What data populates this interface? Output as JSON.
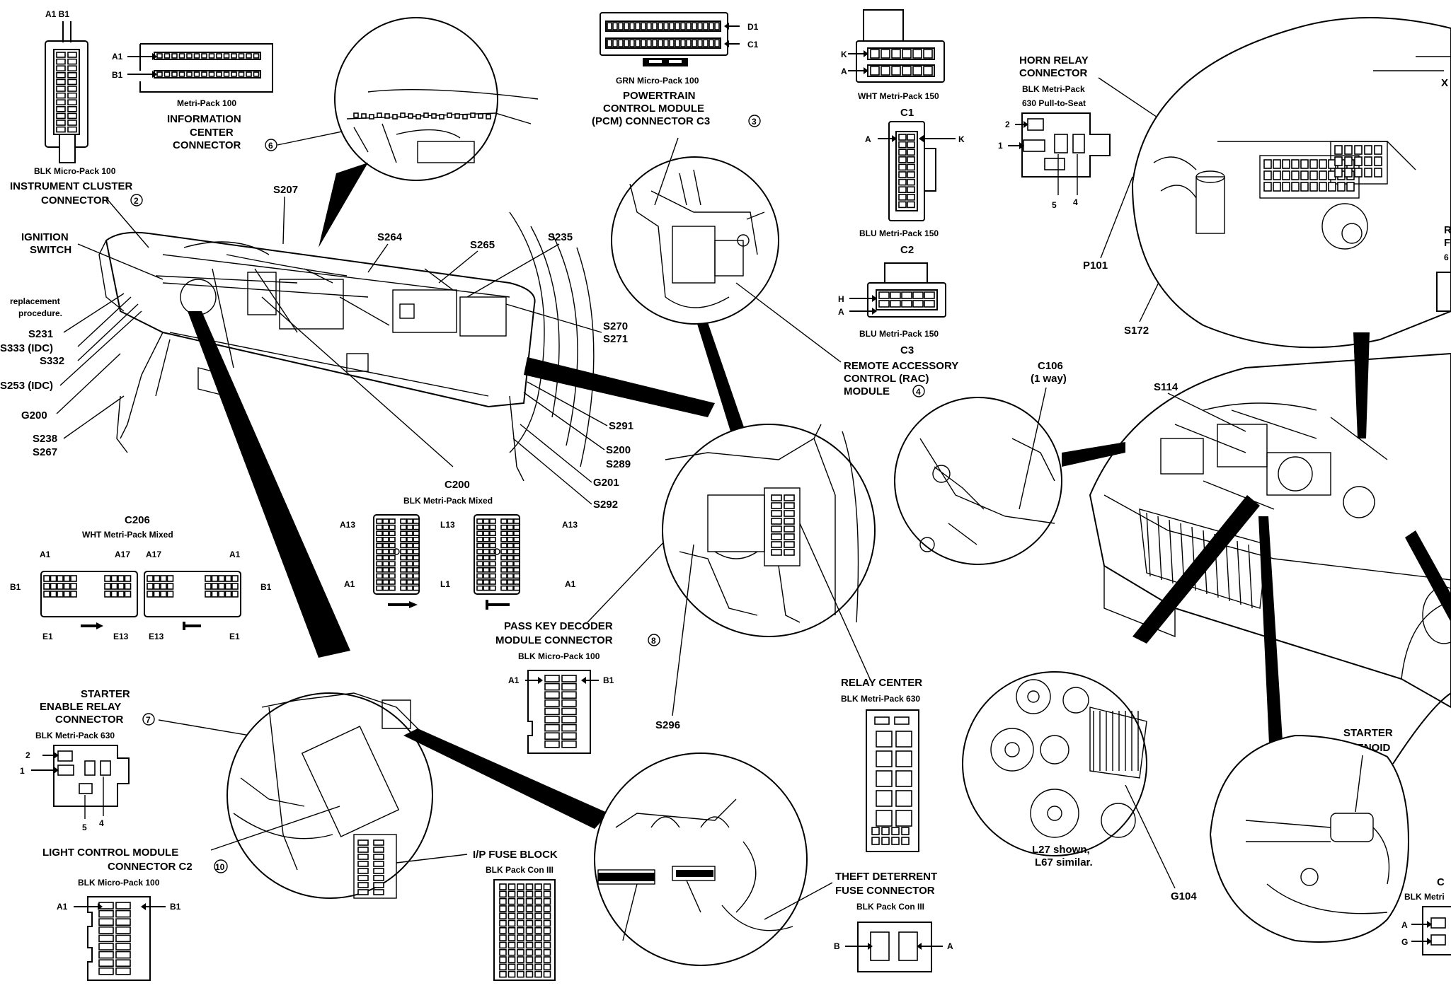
{
  "labels": {
    "ab_top": "A1 B1",
    "info_a1": "A1",
    "info_b1": "B1",
    "info_type": "Metri-Pack 100",
    "info_name1": "INFORMATION",
    "info_name2": "CENTER",
    "info_name3": "CONNECTOR",
    "info_num": "6",
    "cluster_type": "BLK Micro-Pack 100",
    "cluster_name1": "INSTRUMENT CLUSTER",
    "cluster_name2": "CONNECTOR",
    "cluster_num": "2",
    "ign1": "IGNITION",
    "ign2": "SWITCH",
    "repl1": "replacement",
    "repl2": "procedure.",
    "s231": "S231",
    "s333": "S333 (IDC)",
    "s332": "S332",
    "s253": "S253 (IDC)",
    "g200": "G200",
    "s238": "S238",
    "s267": "S267",
    "s207": "S207",
    "s264": "S264",
    "s265": "S265",
    "s235": "S235",
    "s270": "S270",
    "s271": "S271",
    "s291": "S291",
    "s200": "S200",
    "s289": "S289",
    "g201": "G201",
    "s292": "S292",
    "c200": "C200",
    "c200_type": "BLK Metri-Pack Mixed",
    "a13": "A13",
    "l13": "L13",
    "a13b": "A13",
    "a1c": "A1",
    "l1": "L1",
    "a1d": "A1",
    "c206": "C206",
    "c206_type": "WHT Metri-Pack Mixed",
    "c206_a1": "A1",
    "c206_a17": "A17",
    "c206_a17b": "A17",
    "c206_a1b": "A1",
    "c206_b1": "B1",
    "c206_b1b": "B1",
    "c206_e1": "E1",
    "c206_e13": "E13",
    "c206_e13b": "E13",
    "c206_e1b": "E1",
    "pcm_d1": "D1",
    "pcm_c1": "C1",
    "pcm_type": "GRN Micro-Pack 100",
    "pcm1": "POWERTRAIN",
    "pcm2": "CONTROL MODULE",
    "pcm3": "(PCM) CONNECTOR C3",
    "pcm_num": "3",
    "k": "K",
    "a": "A",
    "c1_type": "WHT Metri-Pack 150",
    "c1": "C1",
    "c1a": "A",
    "c1k": "K",
    "c2_type": "BLU Metri-Pack 150",
    "c2": "C2",
    "h": "H",
    "a2": "A",
    "c3_type": "BLU Metri-Pack 150",
    "c3": "C3",
    "rac1": "REMOTE ACCESSORY",
    "rac2": "CONTROL (RAC)",
    "rac3": "MODULE",
    "rac_num": "4",
    "horn1": "HORN RELAY",
    "horn2": "CONNECTOR",
    "horn_type1": "BLK Metri-Pack",
    "horn_type2": "630 Pull-to-Seat",
    "h2": "2",
    "h1": "1",
    "h5": "5",
    "h4": "4",
    "p101": "P101",
    "s172": "S172",
    "c106": "C106",
    "c106b": "(1 way)",
    "s114": "S114",
    "pass1": "PASS KEY DECODER",
    "pass2": "MODULE CONNECTOR",
    "pass_num": "8",
    "pass_type": "BLK Micro-Pack 100",
    "pass_a1": "A1",
    "pass_b1": "B1",
    "s296": "S296",
    "relay": "RELAY CENTER",
    "relay_type": "BLK Metri-Pack 630",
    "starter1": "STARTER",
    "starter2": "ENABLE RELAY",
    "starter3": "CONNECTOR",
    "starter_num": "7",
    "starter_type": "BLK Metri-Pack 630",
    "st2": "2",
    "st1": "1",
    "st5": "5",
    "st4": "4",
    "lcm1": "LIGHT CONTROL MODULE",
    "lcm2": "CONNECTOR C2",
    "lcm_num": "10",
    "lcm_type": "BLK Micro-Pack 100",
    "lcm_a1": "A1",
    "lcm_b1": "B1",
    "ip1": "I/P FUSE BLOCK",
    "ip_type": "BLK Pack Con III",
    "theft1": "THEFT DETERRENT",
    "theft2": "FUSE CONNECTOR",
    "theft_type": "BLK Pack Con III",
    "theft_b": "B",
    "theft_a": "A",
    "l27a": "L27 shown,",
    "l27b": "L67 similar.",
    "g104": "G104",
    "sol1": "STARTER",
    "sol2": "SOLENOID",
    "rt_a": "A",
    "rt_g": "G",
    "rt_c": "C",
    "rt_metri": "BLK Metri",
    "rt_r": "R",
    "rt_f": "F",
    "rt_6": "6",
    "rt_x": "X"
  }
}
